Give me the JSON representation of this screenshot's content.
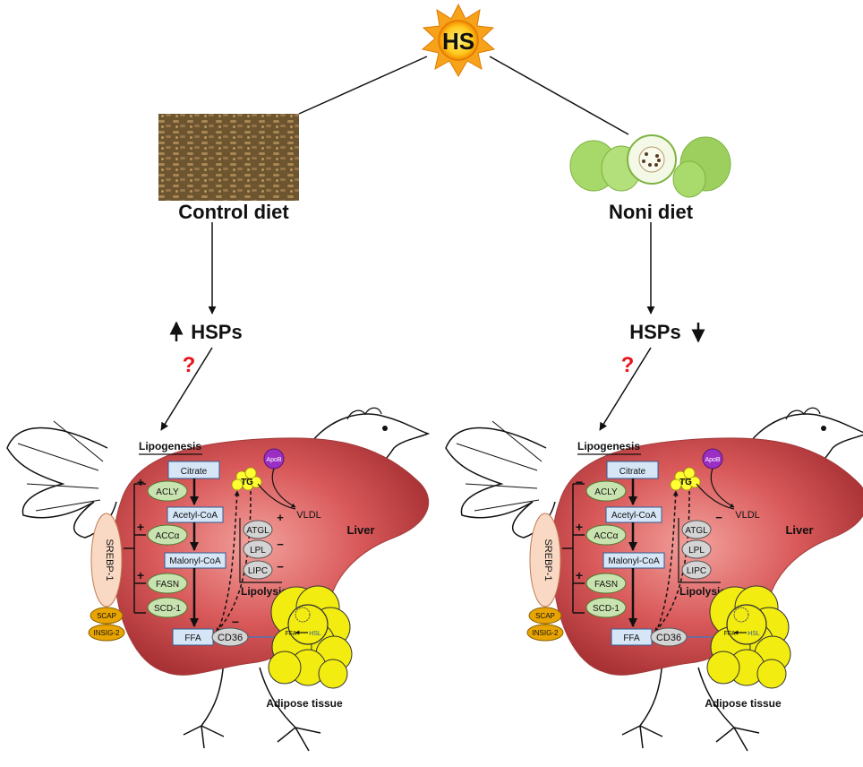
{
  "top": {
    "stimulus": "HS"
  },
  "left": {
    "diet": "Control diet",
    "hsps": "HSPs",
    "question": "?",
    "hsp_direction": "up",
    "lipogenesis": "Lipogenesis",
    "lipolysis": "Lipolysis",
    "srebp": "SREBP-1",
    "scap": "SCAP",
    "insig": "INSIG-2",
    "genes": {
      "citrate": "Citrate",
      "acly": "ACLY",
      "acetyl": "Acetyl-CoA",
      "acc": "ACCα",
      "malonyl": "Malonyl-CoA",
      "fasn": "FASN",
      "scd": "SCD-1",
      "ffa": "FFA",
      "cd36": "CD36",
      "tg": "TG",
      "apob": "ApoB",
      "vldl": "VLDL",
      "atgl": "ATGL",
      "lpl": "LPL",
      "lipc": "LIPC",
      "liver": "Liver",
      "adipose": "Adipose tissue",
      "ffa_small": "FFA",
      "hsl": "HSL"
    },
    "signs": {
      "acly": "+",
      "acc": "+",
      "fasn": "+",
      "atgl": "+",
      "lpl": "−",
      "lipc": "−",
      "cd36": "−"
    }
  },
  "right": {
    "diet": "Noni diet",
    "hsps": "HSPs",
    "question": "?",
    "hsp_direction": "down",
    "lipogenesis": "Lipogenesis",
    "lipolysis": "Lipolysis",
    "srebp": "SREBP-1",
    "scap": "SCAP",
    "insig": "INSIG-2",
    "genes": {
      "citrate": "Citrate",
      "acly": "ACLY",
      "acetyl": "Acetyl-CoA",
      "acc": "ACCα",
      "malonyl": "Malonyl-CoA",
      "fasn": "FASN",
      "scd": "SCD-1",
      "ffa": "FFA",
      "cd36": "CD36",
      "tg": "TG",
      "apob": "ApoB",
      "vldl": "VLDL",
      "atgl": "ATGL",
      "lpl": "LPL",
      "lipc": "LIPC",
      "liver": "Liver",
      "adipose": "Adipose tissue",
      "ffa_small": "FFA",
      "hsl": "HSL"
    },
    "signs": {
      "acly": "−",
      "acc": "+",
      "fasn": "+",
      "atgl": "−",
      "lpl": "",
      "lipc": "",
      "cd36": ""
    }
  },
  "colors": {
    "sun_outer": "#f7a21b",
    "sun_inner": "#ffd23f",
    "liver": "#d9595a",
    "gene_green": "#c9e3b0",
    "box_blue": "#d6e6f7",
    "lipolysis_gray": "#d4d4d4",
    "srebp": "#f9d9c4",
    "scap": "#e8a400",
    "tg": "#ffff33",
    "apob": "#9b2fc4",
    "adipose": "#f3ec10",
    "question": "#e6141b",
    "feed": "#7a6137",
    "noni": "#9fd45e"
  }
}
